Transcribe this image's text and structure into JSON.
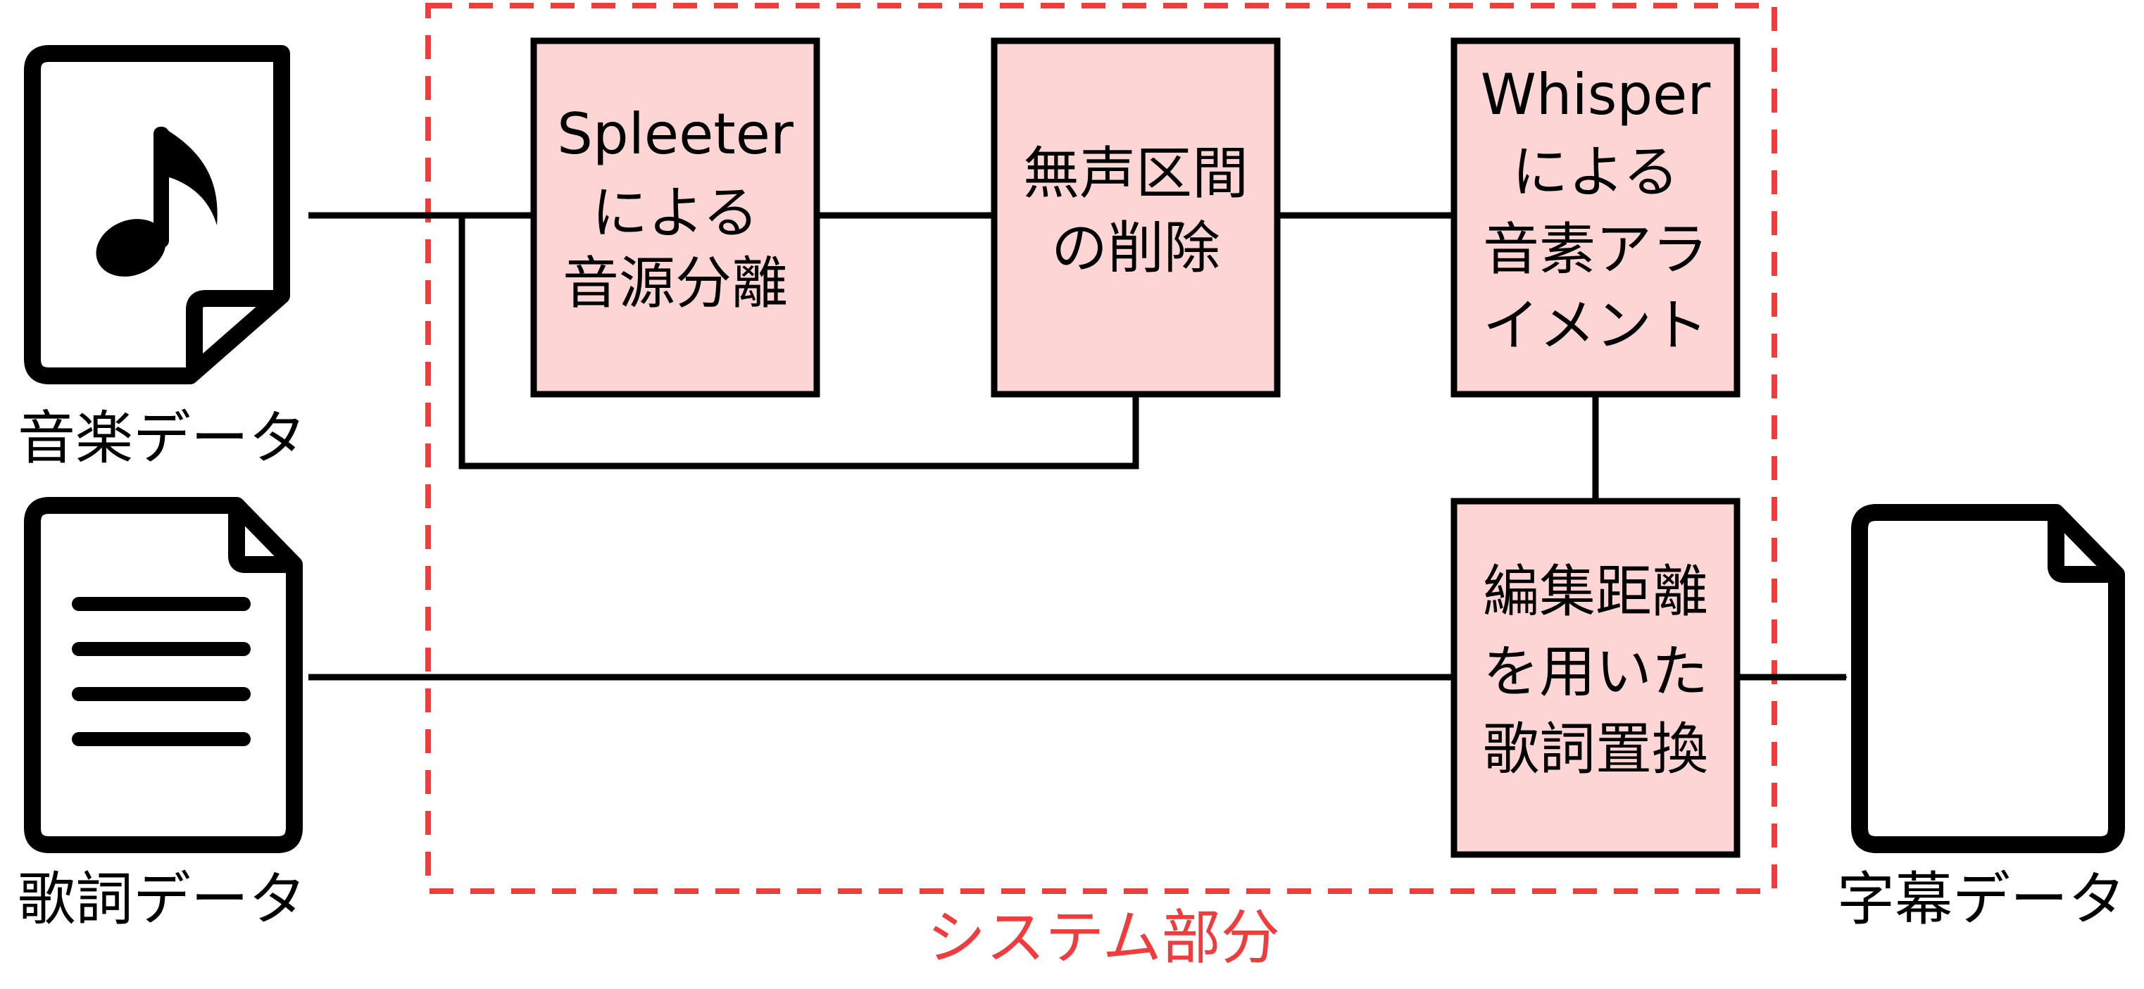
{
  "colors": {
    "box_fill": "#fdd5d5",
    "box_stroke": "#000000",
    "system_border": "#f03c3c",
    "system_label": "#f03c3c",
    "arrow": "#000000"
  },
  "inputs": {
    "music": {
      "icon": "music-file-icon",
      "label": "音楽データ"
    },
    "lyrics": {
      "icon": "text-document-icon",
      "label": "歌詞データ"
    }
  },
  "system": {
    "label": "システム部分",
    "steps": {
      "separation": {
        "lines": [
          "Spleeter",
          "による",
          "音源分離"
        ]
      },
      "silence_removal": {
        "lines": [
          "無声区間",
          "の削除"
        ]
      },
      "alignment": {
        "lines": [
          "Whisper",
          "による",
          "音素アラ",
          "イメント"
        ]
      },
      "replacement": {
        "lines": [
          "編集距離",
          "を用いた",
          "歌詞置換"
        ]
      }
    }
  },
  "output": {
    "icon": "blank-file-icon",
    "label": "字幕データ"
  }
}
